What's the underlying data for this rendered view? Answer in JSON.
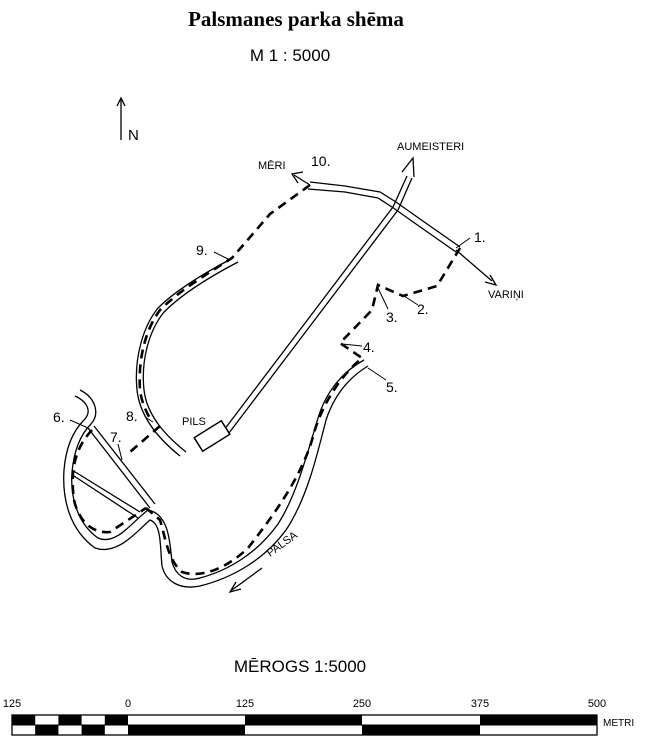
{
  "title": "Palsmanes parka shēma",
  "scale_top": "M 1 : 5000",
  "north_label": "N",
  "directions": {
    "meri": "MĒRI",
    "aumeisteri": "AUMEISTERI",
    "varini": "VARIŅI"
  },
  "castle_label": "PILS",
  "river_label": "PALSA",
  "points": [
    "1.",
    "2.",
    "3.",
    "4.",
    "5.",
    "6.",
    "7.",
    "8.",
    "9.",
    "10."
  ],
  "scale_bottom": "MĒROGS 1:5000",
  "scale_bar": {
    "ticks": [
      "125",
      "0",
      "125",
      "250",
      "375",
      "500"
    ],
    "unit": "METRI"
  },
  "colors": {
    "ink": "#000000",
    "paper": "#ffffff"
  }
}
